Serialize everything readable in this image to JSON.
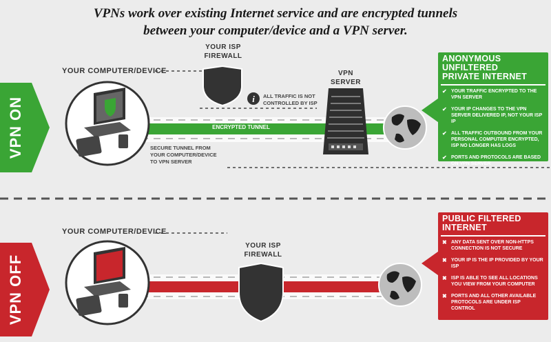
{
  "title": {
    "line1": "VPNs work over existing Internet service and are encrypted tunnels",
    "line2": "between your computer/device and a VPN server."
  },
  "vpn_on": {
    "side_label": "VPN ON",
    "computer_label": "YOUR COMPUTER/DEVICE",
    "firewall_label_1": "YOUR ISP",
    "firewall_label_2": "FIREWALL",
    "info_label_1": "ALL TRAFFIC IS NOT",
    "info_label_2": "CONTROLLED BY ISP",
    "tunnel_label": "ENCRYPTED TUNNEL",
    "secure_label_1": "SECURE TUNNEL FROM",
    "secure_label_2": "YOUR COMPUTER/DEVICE",
    "secure_label_3": "TO VPN SERVER",
    "server_label_1": "VPN",
    "server_label_2": "SERVER",
    "panel_title_1": "ANONYMOUS UNFILTERED",
    "panel_title_2": "PRIVATE INTERNET",
    "items": [
      "YOUR TRAFFIC ENCRYPTED TO THE VPN SERVER",
      "YOUR IP CHANGES TO THE VPN SERVER DELIVERED IP, NOT YOUR ISP IP",
      "ALL TRAFFIC OUTBOUND FROM YOUR PERSONAL COMPUTER ENCRYPTED, ISP NO LONGER HAS LOGS",
      "PORTS AND PROTOCOLS ARE BASED ON VPN SERVER"
    ],
    "check_mark": "✔",
    "color": "#3aa535"
  },
  "vpn_off": {
    "side_label": "VPN OFF",
    "computer_label": "YOUR COMPUTER/DEVICE",
    "firewall_label_1": "YOUR ISP",
    "firewall_label_2": "FIREWALL",
    "panel_title_1": "PUBLIC FILTERED",
    "panel_title_2": "INTERNET",
    "items": [
      "ANY DATA SENT OVER NON-HTTPS CONNECTION IS NOT SECURE",
      "YOUR IP IS THE IP PROVIDED BY YOUR ISP",
      "ISP IS ABLE TO SEE ALL LOCATIONS YOU VIEW FROM YOUR COMPUTER",
      "PORTS AND ALL OTHER AVAILABLE PROTOCOLS ARE UNDER ISP CONTROL"
    ],
    "x_mark": "✖",
    "color": "#c8262c"
  },
  "icons": [
    "laptop-icon",
    "tablet-icon",
    "phone-icon",
    "shield-icon",
    "info-icon",
    "server-icon",
    "globe-icon"
  ]
}
